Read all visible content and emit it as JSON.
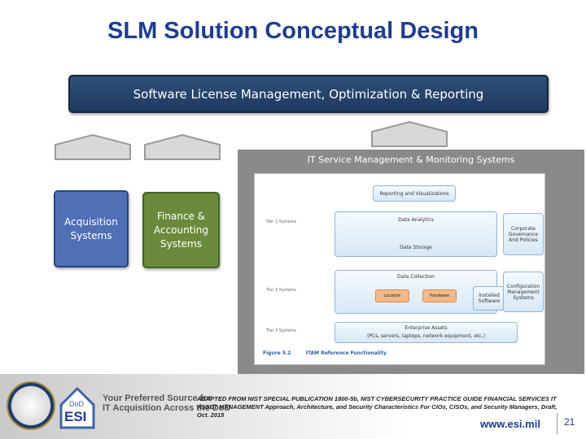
{
  "title": "SLM Solution Conceptual Design",
  "top_bar": {
    "label": "Software License Management, Optimization & Reporting"
  },
  "itsm": {
    "label": "IT Service Management & Monitoring Systems"
  },
  "systems": {
    "acquisition": "Acquisition Systems",
    "finance": "Finance & Accounting Systems"
  },
  "figure": {
    "tiers": [
      "Tier 1 Systems",
      "Tier 2 Systems",
      "Tier 3 Systems"
    ],
    "reporting": "Reporting and Visualizations",
    "analytics": "Data Analytics",
    "storage": "Data Storage",
    "collection": "Data Collection",
    "location": "Location",
    "hardware": "Hardware",
    "installed": "Installed Software",
    "governance": "Corporate Governance And Policies",
    "cms": "Configuration Management Systems",
    "enterprise": "Enterprise Assets",
    "enterprise_sub": "(PCs, servers, laptops, network equipment, etc.)",
    "caption_num": "Figure 5.2",
    "caption_text": "ITAM Reference Functionality"
  },
  "citation": "ADAPTED FROM NIST SPECIAL PUBLICATION 1800-5b, NIST CYBERSECURITY PRACTICE GUIDE FINANCIAL SERVICES IT ASSET MANAGEMENT Approach, Architecture, and Security Characteristics For CIOs, CISOs, and Security Managers, Draft, Oct. 2015",
  "footer": {
    "logo_text": "ESI",
    "logo_small": "DoD",
    "tagline_1": "Your Preferred Source for",
    "tagline_2": "IT Acquisition Across the DoD",
    "url": "www.esi.mil",
    "page_number": "21"
  },
  "colors": {
    "title": "#1f3d8f",
    "top_bar": "#2f4f78",
    "acquisition": "#4f6fb6",
    "finance": "#6a8a3c",
    "panel": "#8a8a8a"
  }
}
